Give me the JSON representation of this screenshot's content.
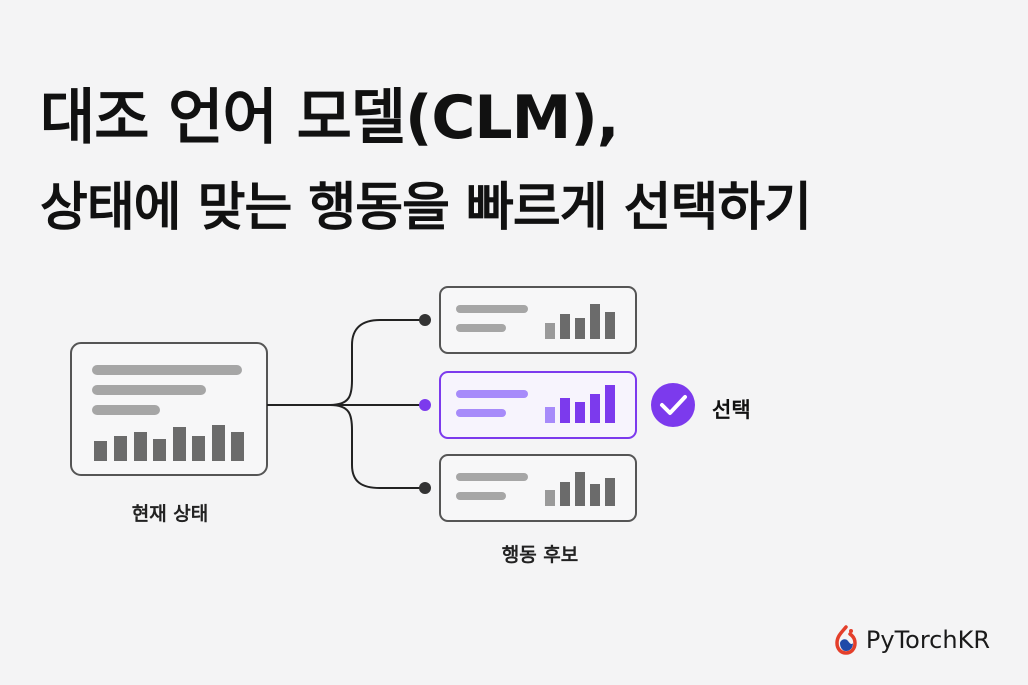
{
  "title": {
    "line1": "대조 언어 모델(CLM),",
    "line2": "상태에 맞는 행동을 빠르게 선택하기"
  },
  "diagram": {
    "current_state_caption": "현재 상태",
    "candidates_caption": "행동 후보",
    "selected_label": "선택",
    "selected_candidate": "candidate-2",
    "colors": {
      "accent": "#7c3aed",
      "card_border": "#555555",
      "bar_gray": "#6b6b6b",
      "text_line_gray": "#a6a6a6",
      "connector": "#222222"
    }
  },
  "brand": {
    "name": "PyTorchKR",
    "logo_icon": "pytorch-flame-icon"
  }
}
